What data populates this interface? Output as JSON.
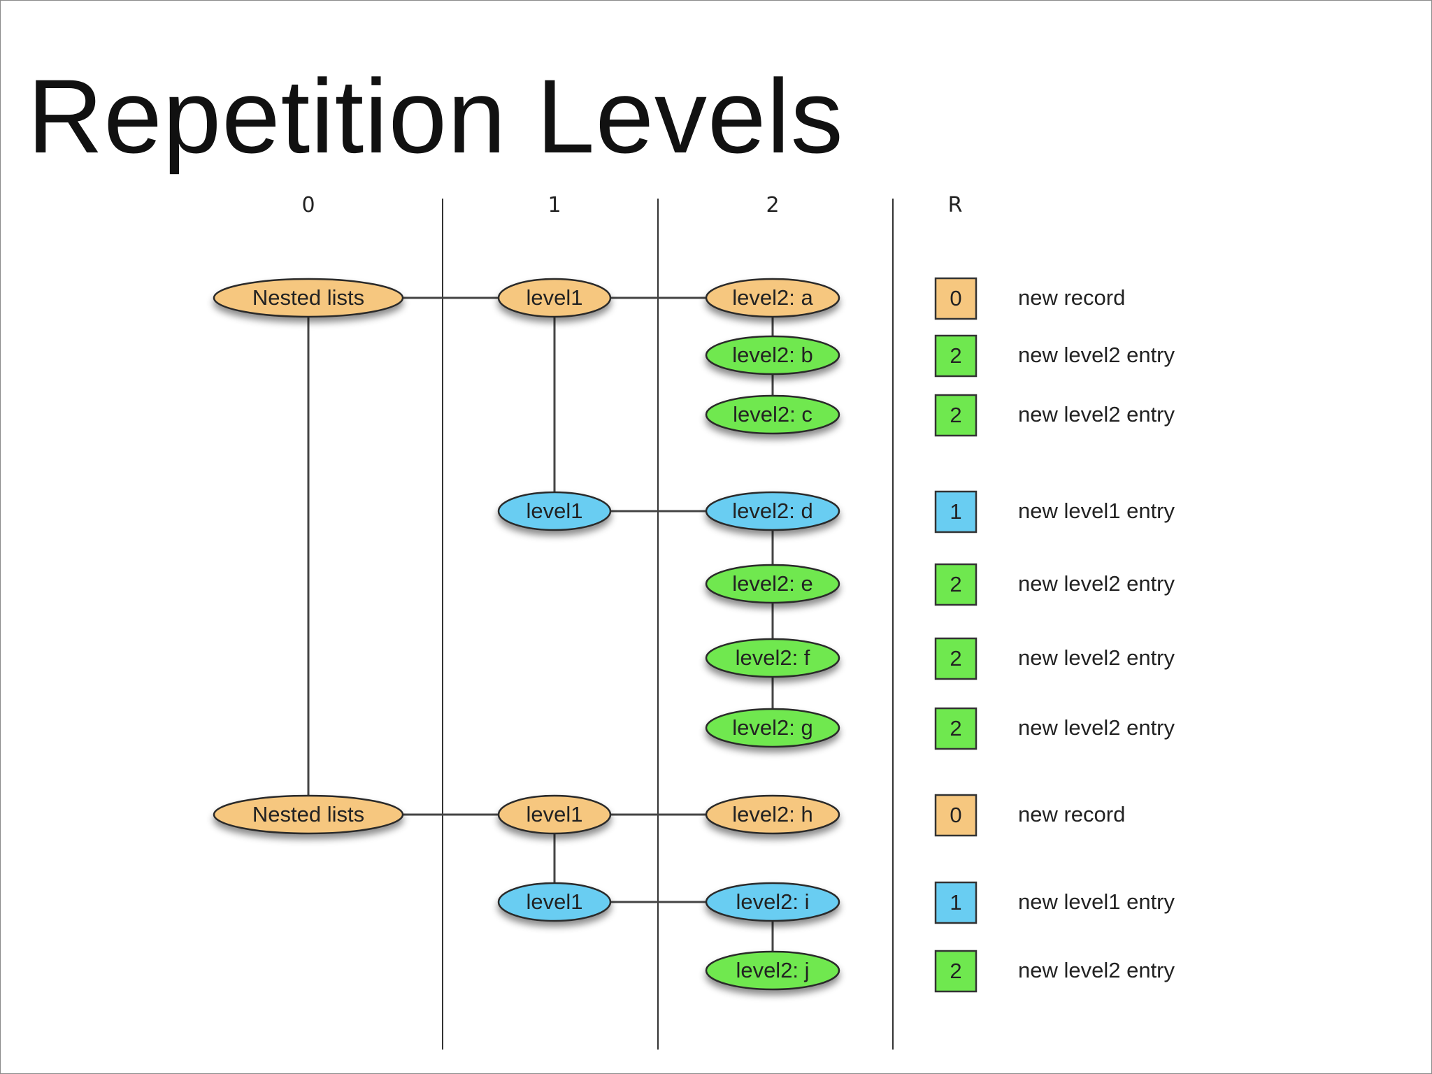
{
  "title": "Repetition Levels",
  "columns": [
    "0",
    "1",
    "2",
    "R"
  ],
  "colors": {
    "orange": "#f6c77f",
    "green": "#6fe84f",
    "blue": "#69cdf2"
  },
  "nodes": [
    {
      "id": "n0",
      "label": "Nested lists",
      "level": 0,
      "row": 0,
      "color": "orange"
    },
    {
      "id": "l0",
      "label": "level1",
      "level": 1,
      "row": 0,
      "color": "orange"
    },
    {
      "id": "a",
      "label": "level2: a",
      "level": 2,
      "row": 0,
      "color": "orange"
    },
    {
      "id": "b",
      "label": "level2: b",
      "level": 2,
      "row": 1,
      "color": "green"
    },
    {
      "id": "c",
      "label": "level2: c",
      "level": 2,
      "row": 2,
      "color": "green"
    },
    {
      "id": "l1",
      "label": "level1",
      "level": 1,
      "row": 3,
      "color": "blue"
    },
    {
      "id": "d",
      "label": "level2: d",
      "level": 2,
      "row": 3,
      "color": "blue"
    },
    {
      "id": "e",
      "label": "level2: e",
      "level": 2,
      "row": 4,
      "color": "green"
    },
    {
      "id": "f",
      "label": "level2: f",
      "level": 2,
      "row": 5,
      "color": "green"
    },
    {
      "id": "g",
      "label": "level2: g",
      "level": 2,
      "row": 6,
      "color": "green"
    },
    {
      "id": "n1",
      "label": "Nested lists",
      "level": 0,
      "row": 7,
      "color": "orange"
    },
    {
      "id": "l2",
      "label": "level1",
      "level": 1,
      "row": 7,
      "color": "orange"
    },
    {
      "id": "h",
      "label": "level2: h",
      "level": 2,
      "row": 7,
      "color": "orange"
    },
    {
      "id": "l3",
      "label": "level1",
      "level": 1,
      "row": 8,
      "color": "blue"
    },
    {
      "id": "i",
      "label": "level2: i",
      "level": 2,
      "row": 8,
      "color": "blue"
    },
    {
      "id": "j",
      "label": "level2: j",
      "level": 2,
      "row": 9,
      "color": "green"
    }
  ],
  "edges": [
    [
      "n0",
      "l0"
    ],
    [
      "l0",
      "a"
    ],
    [
      "a",
      "b"
    ],
    [
      "b",
      "c"
    ],
    [
      "l0",
      "l1"
    ],
    [
      "l1",
      "d"
    ],
    [
      "d",
      "e"
    ],
    [
      "e",
      "f"
    ],
    [
      "f",
      "g"
    ],
    [
      "n0",
      "n1"
    ],
    [
      "n1",
      "l2"
    ],
    [
      "l2",
      "h"
    ],
    [
      "l2",
      "l3"
    ],
    [
      "l3",
      "i"
    ],
    [
      "i",
      "j"
    ]
  ],
  "repetition": [
    {
      "row": 0,
      "value": "0",
      "color": "orange",
      "text": "new record"
    },
    {
      "row": 1,
      "value": "2",
      "color": "green",
      "text": "new level2 entry"
    },
    {
      "row": 2,
      "value": "2",
      "color": "green",
      "text": "new level2 entry"
    },
    {
      "row": 3,
      "value": "1",
      "color": "blue",
      "text": "new level1 entry"
    },
    {
      "row": 4,
      "value": "2",
      "color": "green",
      "text": "new level2 entry"
    },
    {
      "row": 5,
      "value": "2",
      "color": "green",
      "text": "new level2 entry"
    },
    {
      "row": 6,
      "value": "2",
      "color": "green",
      "text": "new level2 entry"
    },
    {
      "row": 7,
      "value": "0",
      "color": "orange",
      "text": "new record"
    },
    {
      "row": 8,
      "value": "1",
      "color": "blue",
      "text": "new level1 entry"
    },
    {
      "row": 9,
      "value": "2",
      "color": "green",
      "text": "new level2 entry"
    }
  ]
}
